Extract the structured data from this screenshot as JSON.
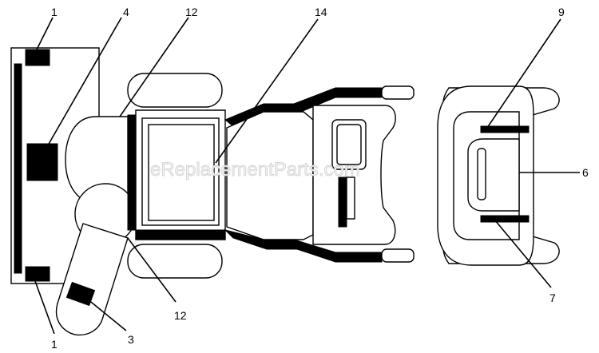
{
  "watermark": "eReplacementParts.com",
  "callouts": [
    {
      "id": "1-top",
      "label": "1"
    },
    {
      "id": "4",
      "label": "4"
    },
    {
      "id": "12-top",
      "label": "12"
    },
    {
      "id": "14",
      "label": "14"
    },
    {
      "id": "9",
      "label": "9"
    },
    {
      "id": "6",
      "label": "6"
    },
    {
      "id": "7",
      "label": "7"
    },
    {
      "id": "12-bottom",
      "label": "12"
    },
    {
      "id": "3",
      "label": "3"
    },
    {
      "id": "1-bottom",
      "label": "1"
    }
  ]
}
